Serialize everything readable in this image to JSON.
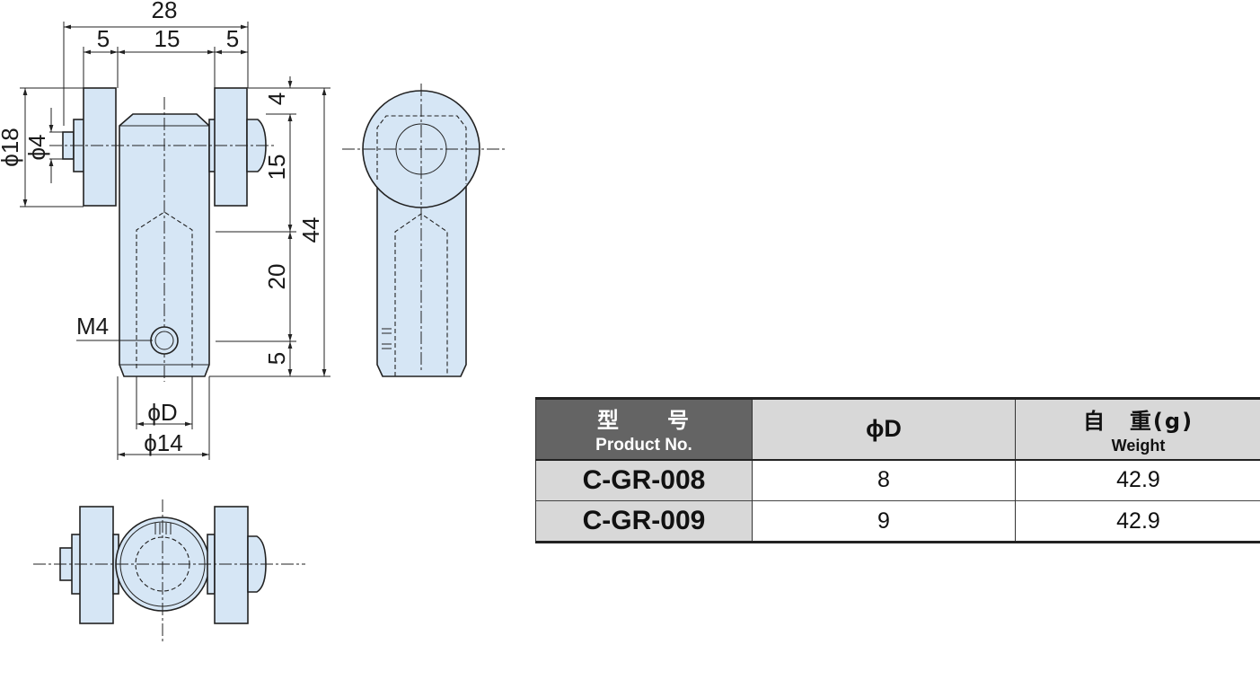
{
  "drawing": {
    "dimensions": {
      "overall_width": "28",
      "left_wheel_width": "5",
      "center_width": "15",
      "right_wheel_width": "5",
      "wheel_diameter": "ϕ18",
      "axle_diameter": "ϕ4",
      "top_offset": "4",
      "wheel_center_band": "15",
      "overall_height": "44",
      "bore_depth": "20",
      "bottom_offset": "5",
      "screw": "M4",
      "bore_diameter": "ϕD",
      "body_diameter": "ϕ14"
    }
  },
  "table": {
    "headers": {
      "model_jp": "型　　号",
      "model_en": "Product No.",
      "diameter": "ϕD",
      "weight_jp": "自　重(g)",
      "weight_en": "Weight"
    },
    "rows": [
      {
        "model": "C-GR-008",
        "diameter": "8",
        "weight": "42.9"
      },
      {
        "model": "C-GR-009",
        "diameter": "9",
        "weight": "42.9"
      }
    ]
  }
}
